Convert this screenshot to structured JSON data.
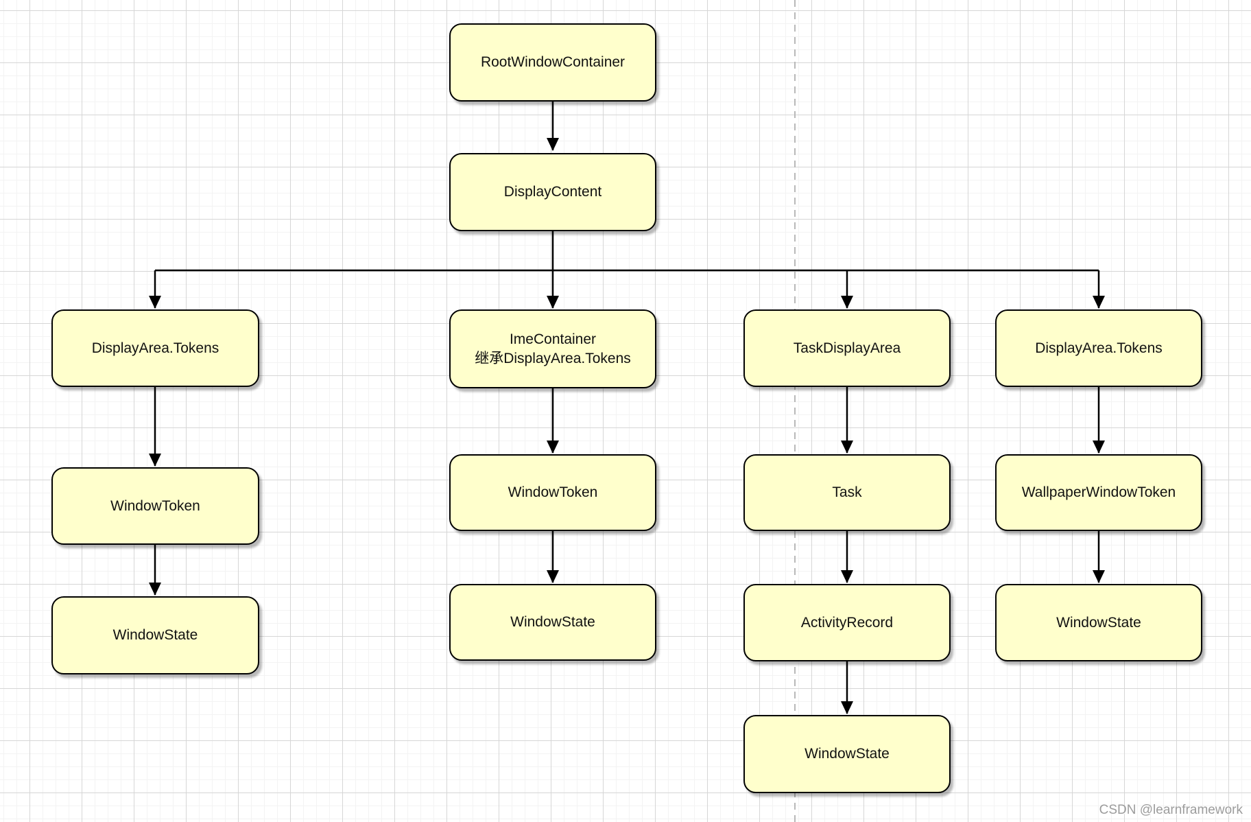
{
  "diagram": {
    "nodes": {
      "root_window_container": {
        "label": "RootWindowContainer"
      },
      "display_content": {
        "label": "DisplayContent"
      },
      "display_area_tokens_left": {
        "label": "DisplayArea.Tokens"
      },
      "ime_container": {
        "line1": "ImeContainer",
        "line2": "继承DisplayArea.Tokens"
      },
      "task_display_area": {
        "label": "TaskDisplayArea"
      },
      "display_area_tokens_right": {
        "label": "DisplayArea.Tokens"
      },
      "window_token_left": {
        "label": "WindowToken"
      },
      "window_token_ime": {
        "label": "WindowToken"
      },
      "task": {
        "label": "Task"
      },
      "wallpaper_window_token": {
        "label": "WallpaperWindowToken"
      },
      "window_state_left": {
        "label": "WindowState"
      },
      "window_state_ime": {
        "label": "WindowState"
      },
      "activity_record": {
        "label": "ActivityRecord"
      },
      "window_state_wallpaper": {
        "label": "WindowState"
      },
      "window_state_task": {
        "label": "WindowState"
      }
    },
    "colors": {
      "node_fill": "#FFFFCC",
      "node_border": "#000000",
      "connector": "#000000",
      "page_divider_dashed": "#B8B8B8",
      "grid_minor": "#F3F3F3",
      "grid_major": "#D6D6D6",
      "canvas_background": "#FFFFFF",
      "watermark_text": "#9C9C9C"
    }
  },
  "watermark": {
    "text": "CSDN @learnframework"
  }
}
